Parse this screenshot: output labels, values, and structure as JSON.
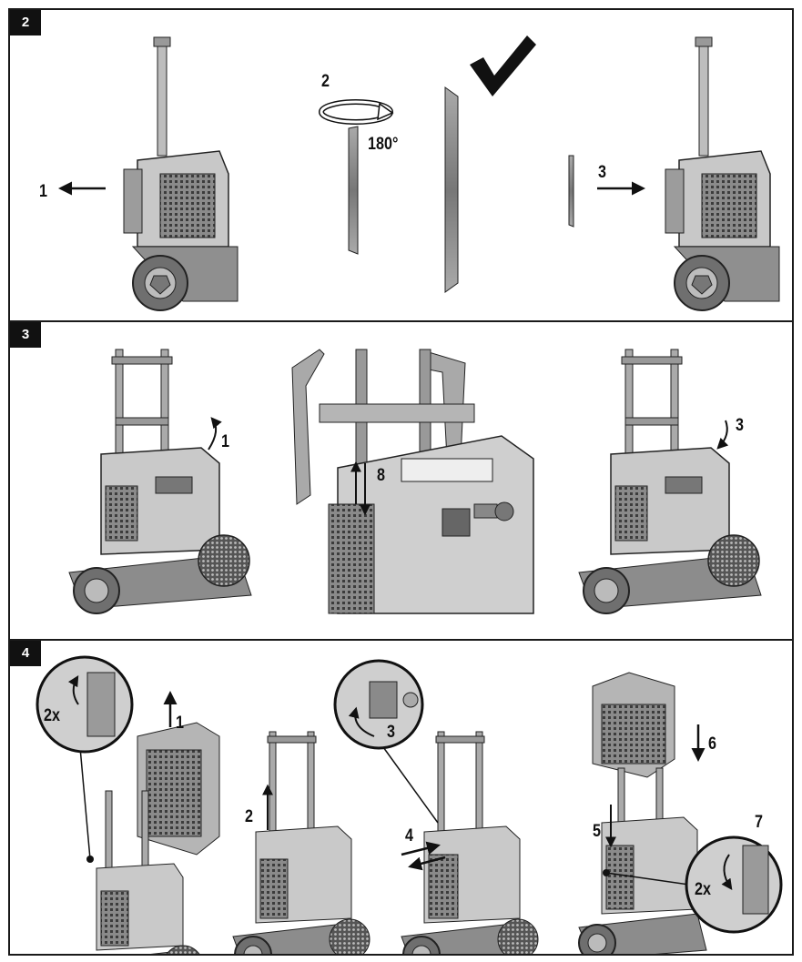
{
  "panels": [
    {
      "number": "2",
      "labels": {
        "step1": "1",
        "step2": "2",
        "angle": "180°",
        "step3": "3"
      }
    },
    {
      "number": "3",
      "labels": {
        "step1": "1",
        "step8": "8",
        "step3": "3"
      }
    },
    {
      "number": "4",
      "labels": {
        "step1": "1",
        "times_a": "2x",
        "step2": "2",
        "step3": "3",
        "step4": "4",
        "step5": "5",
        "step6": "6",
        "step7": "7",
        "times_b": "2x"
      }
    }
  ],
  "colors": {
    "ink": "#111111",
    "body": "#9a9a9a",
    "body_light": "#c9c9c9",
    "body_dark": "#5e5e5e",
    "border": "#1a1a1a"
  }
}
